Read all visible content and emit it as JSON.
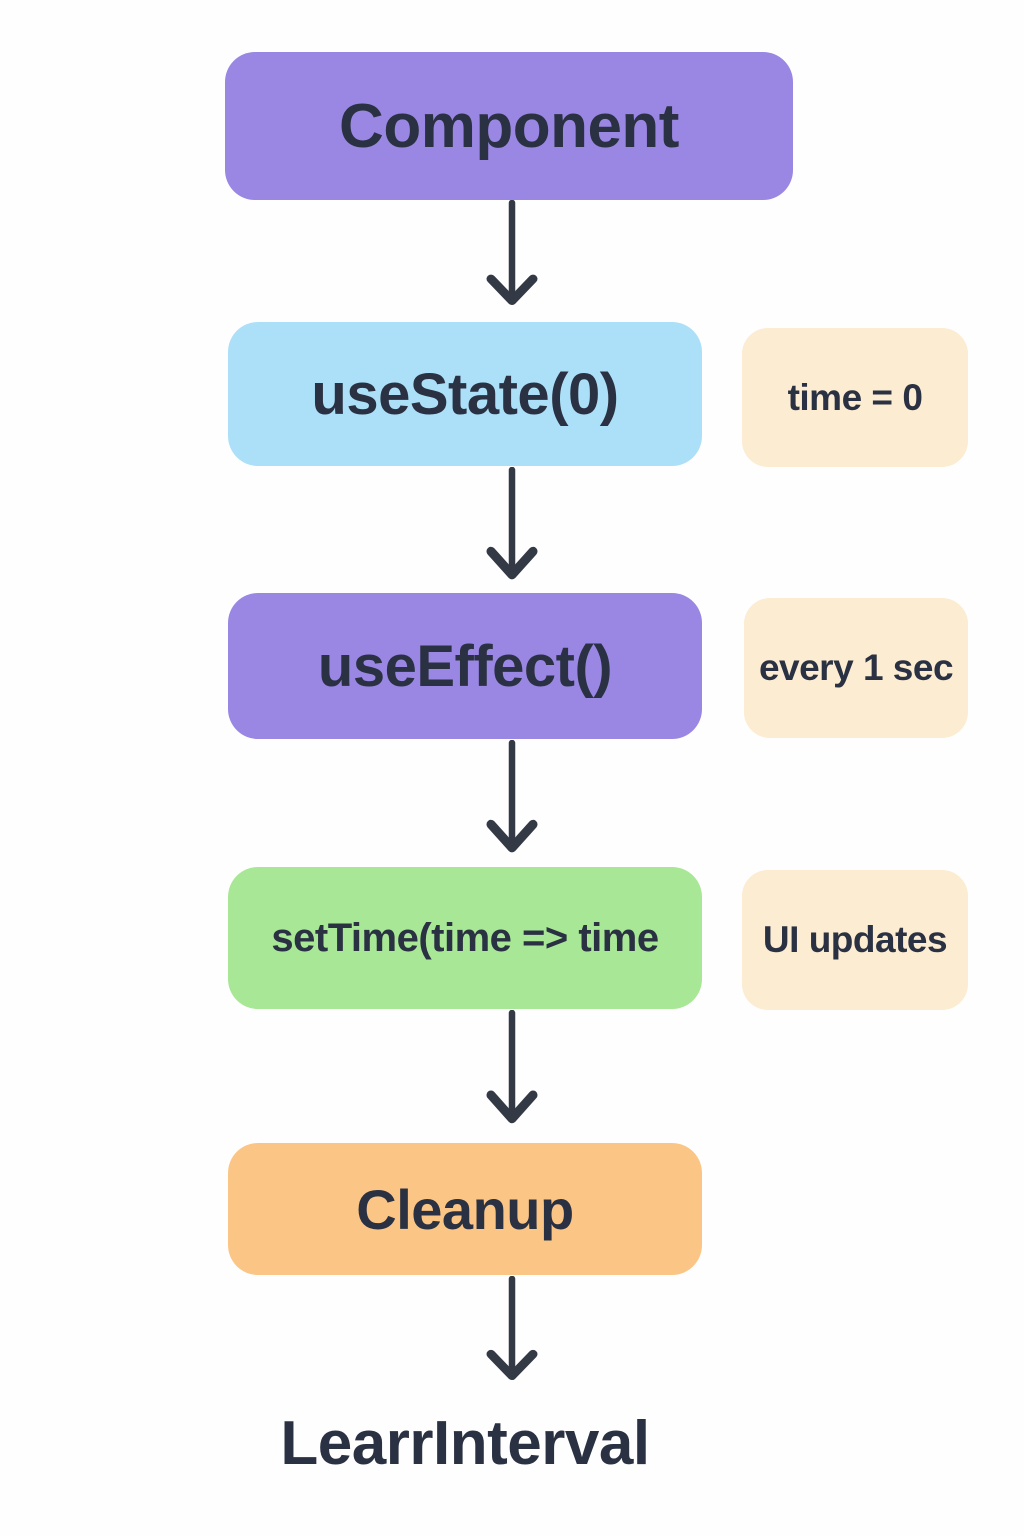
{
  "page": {
    "background_color": "#fefefe",
    "text_color": "#2a3142",
    "arrow_color": "#333945",
    "annotation_color": "#fcecd1"
  },
  "diagram": {
    "type": "flowchart",
    "direction": "top-down",
    "nodes": [
      {
        "id": "component",
        "label": "Component",
        "color": "#9a86e3",
        "annotation": null
      },
      {
        "id": "usestate",
        "label": "useState(0)",
        "color": "#ace0f8",
        "annotation": "time = 0"
      },
      {
        "id": "useeffect",
        "label": "useEffect()",
        "color": "#9a86e3",
        "annotation": "every 1 sec"
      },
      {
        "id": "settime",
        "label": "setTime(time => time",
        "color": "#a8e795",
        "annotation": "UI updates"
      },
      {
        "id": "cleanup",
        "label": "Cleanup",
        "color": "#fbc685",
        "annotation": null
      }
    ],
    "edges": [
      {
        "from": "component",
        "to": "usestate"
      },
      {
        "from": "usestate",
        "to": "useeffect"
      },
      {
        "from": "useeffect",
        "to": "settime"
      },
      {
        "from": "settime",
        "to": "cleanup"
      },
      {
        "from": "cleanup",
        "to": "end"
      }
    ],
    "end_label": "LearrInterval"
  }
}
